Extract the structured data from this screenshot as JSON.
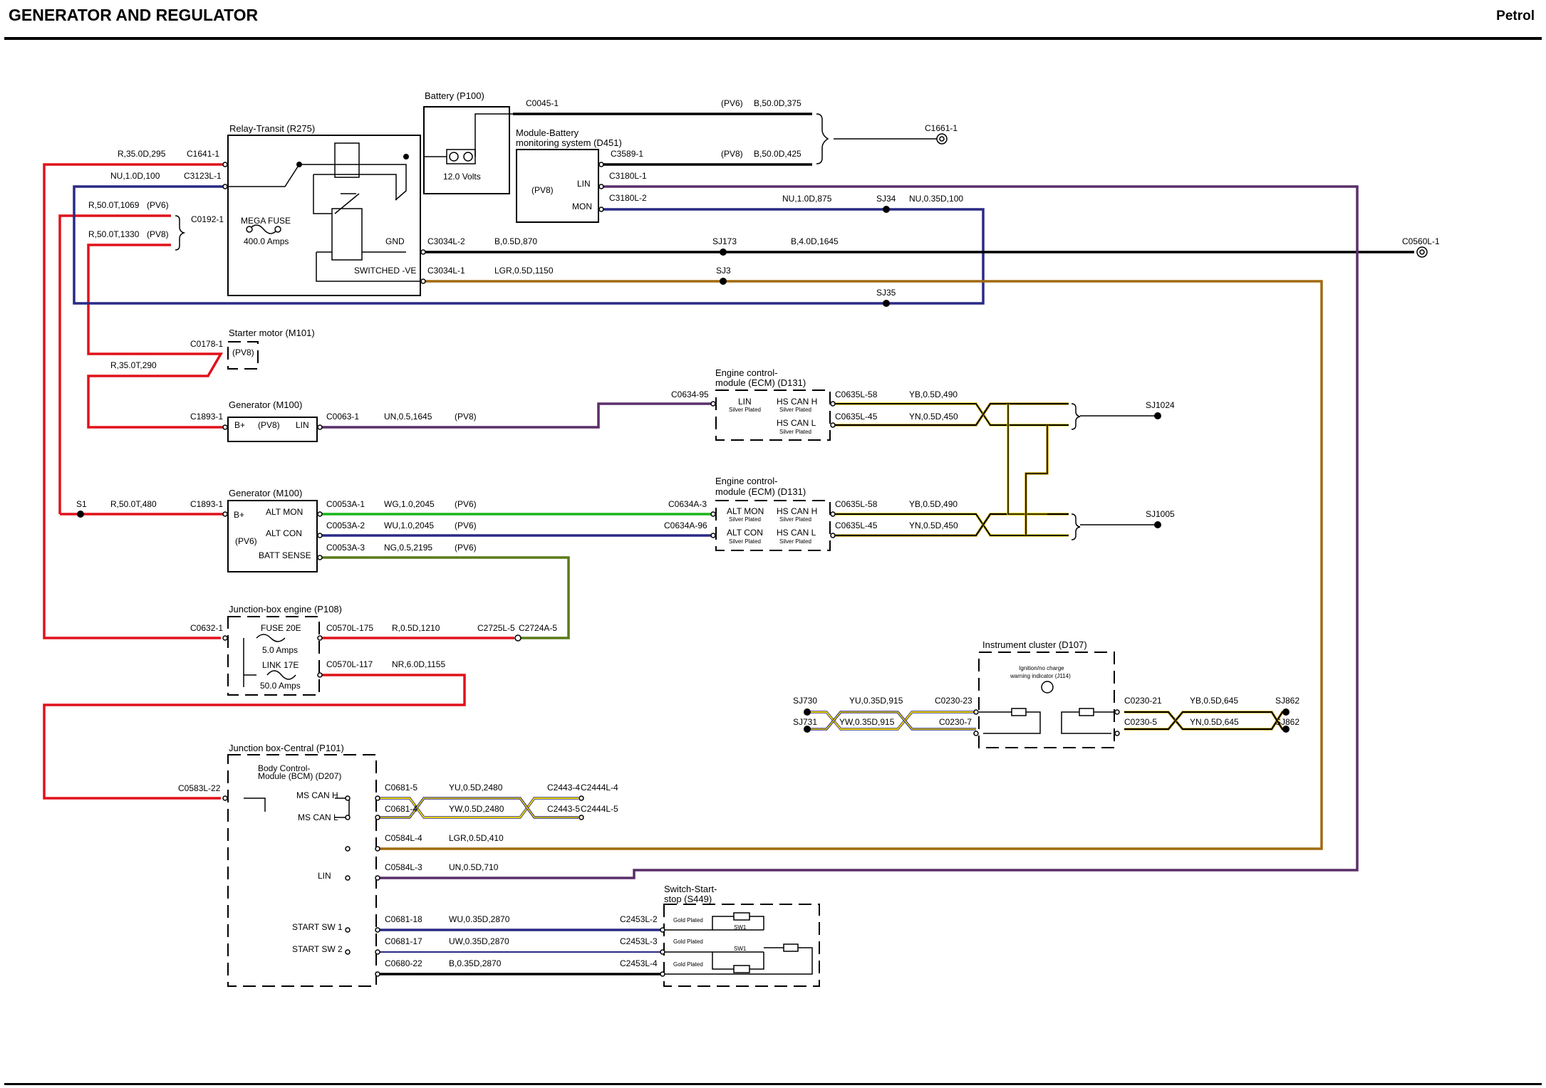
{
  "header": {
    "title": "GENERATOR AND REGULATOR",
    "variant": "Petrol"
  },
  "colors": {
    "red": "#e0121a",
    "blue": "#2a2a86",
    "purple": "#5a2f6a",
    "black": "#000000",
    "brown": "#a06a10",
    "green": "#1ab51a",
    "olive": "#5a7a18",
    "yellow": "#e8d000"
  },
  "components": {
    "relay": {
      "title": "Relay-Transit (R275)",
      "fuse": "MEGA FUSE",
      "amps": "400.0 Amps",
      "gnd": "GND",
      "switched": "SWITCHED -VE"
    },
    "battery": {
      "title": "Battery (P100)",
      "volts": "12.0 Volts"
    },
    "bms": {
      "title1": "Module-Battery",
      "title2": "monitoring system (D451)",
      "pv": "(PV8)",
      "lin": "LIN",
      "mon": "MON"
    },
    "starter": {
      "title": "Starter motor (M101)",
      "pv": "(PV8)"
    },
    "gen1": {
      "title": "Generator (M100)",
      "bplus": "B+",
      "pv": "(PV8)",
      "lin": "LIN"
    },
    "gen2": {
      "title": "Generator (M100)",
      "bplus": "B+",
      "pv": "(PV6)",
      "altmon": "ALT MON",
      "altcon": "ALT CON",
      "batt": "BATT SENSE"
    },
    "ecm1": {
      "title1": "Engine control-",
      "title2": "module (ECM) (D131)",
      "lin": "LIN",
      "silver": "Silver Plated",
      "hsh": "HS CAN H",
      "hsl": "HS CAN L"
    },
    "ecm2": {
      "title1": "Engine control-",
      "title2": "module (ECM) (D131)",
      "altmon": "ALT MON",
      "altcon": "ALT CON",
      "silver": "Silver Plated",
      "hsh": "HS CAN H",
      "hsl": "HS CAN L"
    },
    "jbe": {
      "title": "Junction-box engine (P108)",
      "fuse": "FUSE 20E",
      "fuse_amps": "5.0 Amps",
      "link": "LINK 17E",
      "link_amps": "50.0 Amps"
    },
    "ic": {
      "title": "Instrument cluster (D107)",
      "ind1": "Ignition/no charge",
      "ind2": "warning indicator (J114)"
    },
    "jbc": {
      "title": "Junction box-Central (P101)",
      "bcm1": "Body Control-",
      "bcm2": "Module (BCM) (D207)",
      "msh": "MS CAN H",
      "msl": "MS CAN L",
      "lin": "LIN",
      "ss1": "START SW 1",
      "ss2": "START SW 2"
    },
    "sss": {
      "title1": "Switch-Start-",
      "title2": "stop (S449)",
      "gold": "Gold Plated",
      "sw1": "SW1"
    }
  },
  "connectors": {
    "c1641": "C1641-1",
    "c3123": "C3123L-1",
    "c0192": "C0192-1",
    "c0045": "C0045-1",
    "c3589": "C3589-1",
    "c3180_1": "C3180L-1",
    "c3180_2": "C3180L-2",
    "c3034_2": "C3034L-2",
    "c3034_1": "C3034L-1",
    "c1661": "C1661-1",
    "c0560": "C0560L-1",
    "c0178": "C0178-1",
    "c1893_a": "C1893-1",
    "c0063": "C0063-1",
    "c0634_95": "C0634-95",
    "c0635_58a": "C0635L-58",
    "c0635_45a": "C0635L-45",
    "c1893_b": "C1893-1",
    "c0053_1": "C0053A-1",
    "c0053_2": "C0053A-2",
    "c0053_3": "C0053A-3",
    "c0634a_3": "C0634A-3",
    "c0634a_96": "C0634A-96",
    "c0635_58b": "C0635L-58",
    "c0635_45b": "C0635L-45",
    "c0632": "C0632-1",
    "c0570_175": "C0570L-175",
    "c2725": "C2725L-5",
    "c2724": "C2724A-5",
    "c0570_117": "C0570L-117",
    "c0230_23": "C0230-23",
    "c0230_7": "C0230-7",
    "c0230_21": "C0230-21",
    "c0230_5": "C0230-5",
    "c0583": "C0583L-22",
    "c0681_5": "C0681-5",
    "c0681_4": "C0681-4",
    "c2443_4": "C2443-4",
    "c2444_4": "C2444L-4",
    "c2443_5": "C2443-5",
    "c2444_5": "C2444L-5",
    "c0584_4": "C0584L-4",
    "c0584_3": "C0584L-3",
    "c0681_18": "C0681-18",
    "c0681_17": "C0681-17",
    "c0680_22": "C0680-22",
    "c2453_2": "C2453L-2",
    "c2453_3": "C2453L-3",
    "c2453_4": "C2453L-4"
  },
  "splices": {
    "sj34": "SJ34",
    "sj173": "SJ173",
    "sj3": "SJ3",
    "sj35": "SJ35",
    "s1": "S1",
    "sj1024": "SJ1024",
    "sj1005": "SJ1005",
    "sj730": "SJ730",
    "sj731": "SJ731",
    "sj862a": "SJ862",
    "sj862b": "SJ862"
  },
  "wires": {
    "w1": "R,35.0D,295",
    "w2": "NU,1.0D,100",
    "w3": "R,50.0T,1069",
    "w3pv": "(PV6)",
    "w4": "R,50.0T,1330",
    "w4pv": "(PV8)",
    "w5pv": "(PV6)",
    "w5": "B,50.0D,375",
    "w6pv": "(PV8)",
    "w6": "B,50.0D,425",
    "w7": "NU,1.0D,875",
    "w8": "NU,0.35D,100",
    "w9": "B,0.5D,870",
    "w10": "B,4.0D,1645",
    "w11": "LGR,0.5D,1150",
    "w12": "R,35.0T,290",
    "w13": "UN,0.5,1645",
    "w13pv": "(PV8)",
    "w14": "YB,0.5D,490",
    "w15": "YN,0.5D,450",
    "w16": "R,50.0T,480",
    "w17": "WG,1.0,2045",
    "w17pv": "(PV6)",
    "w18": "WU,1.0,2045",
    "w18pv": "(PV6)",
    "w19": "NG,0.5,2195",
    "w19pv": "(PV6)",
    "w20": "YB,0.5D,490",
    "w21": "YN,0.5D,450",
    "w22": "R,0.5D,1210",
    "w23": "NR,6.0D,1155",
    "w24": "YU,0.35D,915",
    "w25": "YW,0.35D,915",
    "w26": "YB,0.5D,645",
    "w27": "YN,0.5D,645",
    "w28": "YU,0.5D,2480",
    "w29": "YW,0.5D,2480",
    "w30": "LGR,0.5D,410",
    "w31": "UN,0.5D,710",
    "w32": "WU,0.35D,2870",
    "w33": "UW,0.35D,2870",
    "w34": "B,0.35D,2870"
  }
}
